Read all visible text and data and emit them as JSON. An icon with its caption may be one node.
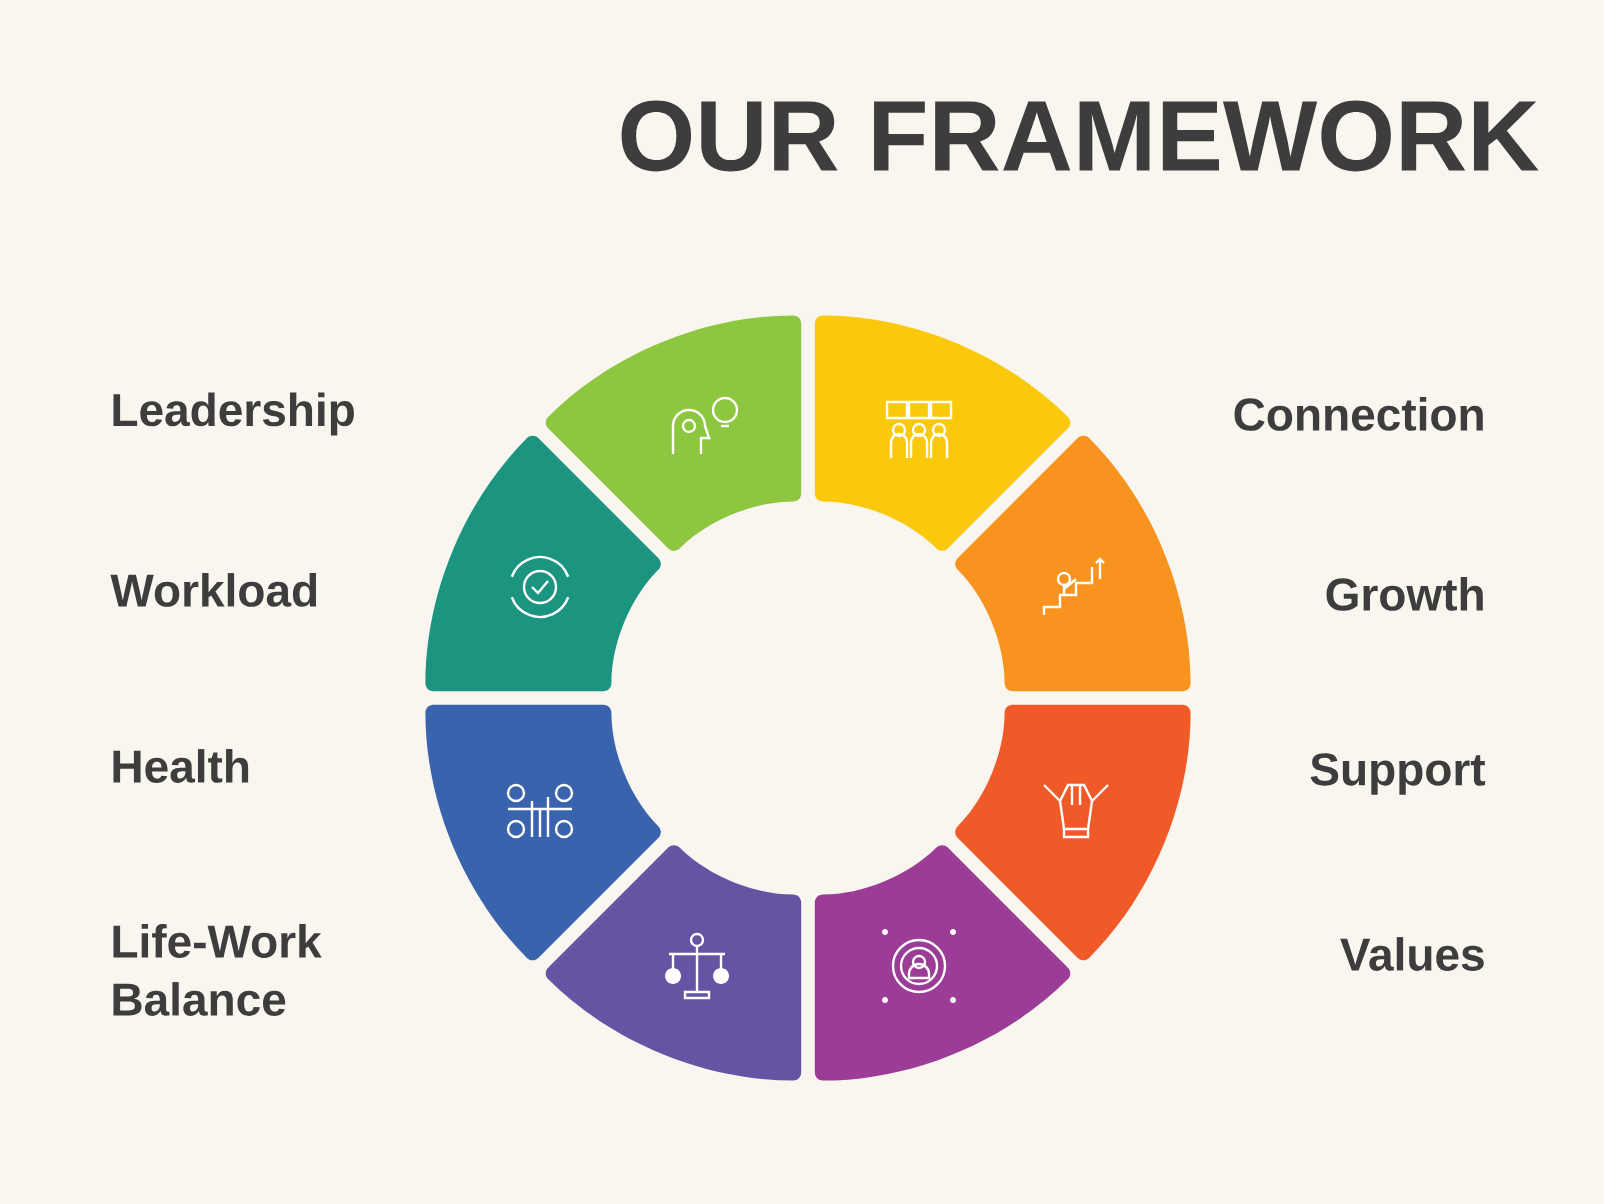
{
  "diagram": {
    "title": "OUR FRAMEWORK",
    "nodes": [
      {
        "text": [],
        "shape": "segment"
      },
      {
        "text": [],
        "shape": "segment"
      },
      {
        "text": [],
        "shape": "segment"
      },
      {
        "text": [],
        "shape": "segment"
      },
      {
        "text": [],
        "shape": "segment"
      },
      {
        "text": [],
        "shape": "segment"
      },
      {
        "text": [],
        "shape": "segment"
      },
      {
        "text": [],
        "shape": "segment"
      }
    ],
    "labels": [
      "Leadership",
      "Connection",
      "Workload",
      "Growth",
      "Health",
      "Support",
      "Life-Work Balance",
      "Values"
    ]
  }
}
